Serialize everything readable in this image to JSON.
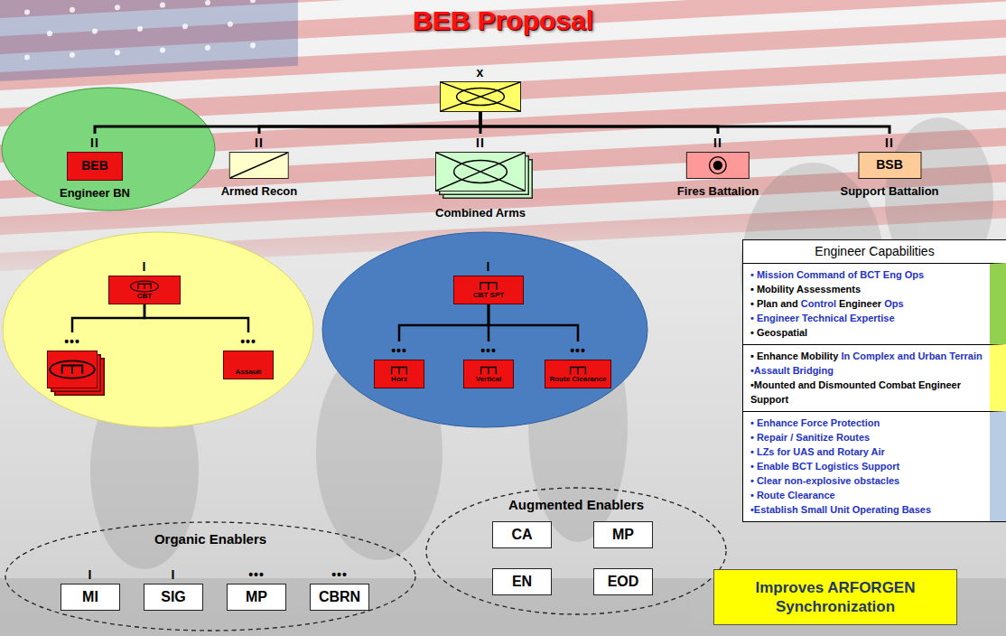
{
  "diagram": {
    "title": "BEB Proposal",
    "nodes": [
      {
        "text": [
          "x"
        ]
      },
      {
        "text": [
          "II",
          "BEB",
          "Engineer BN"
        ]
      },
      {
        "text": [
          "II",
          "Armed Recon"
        ]
      },
      {
        "text": [
          "II",
          "Combined Arms"
        ]
      },
      {
        "text": [
          "II",
          "Fires Battalion"
        ]
      },
      {
        "text": [
          "II",
          "BSB",
          "Support Battalion"
        ]
      },
      {
        "text": [
          "I",
          "CBT"
        ]
      },
      {
        "text": [
          "•••"
        ]
      },
      {
        "text": [
          "•••",
          "Assault"
        ]
      },
      {
        "text": [
          "I",
          "CBT SPT"
        ]
      },
      {
        "text": [
          "•••",
          "Horz"
        ]
      },
      {
        "text": [
          "•••",
          "Vertical"
        ]
      },
      {
        "text": [
          "•••",
          "Route Clearance"
        ]
      },
      {
        "text": [
          "Engineer Capabilities"
        ]
      },
      {
        "text": [
          "• Mission Command of BCT Eng Ops",
          "• Mobility Assessments",
          "• Plan and Control Engineer Ops",
          "• Engineer Technical Expertise",
          "• Geospatial"
        ],
        "in": 13
      },
      {
        "text": [
          "• Enhance Mobility In Complex and Urban Terrain",
          "•Assault Bridging",
          "•Mounted and Dismounted Combat Engineer Support"
        ],
        "in": 13
      },
      {
        "text": [
          "• Enhance Force Protection",
          "• Repair / Sanitize Routes",
          "• LZs for UAS and Rotary Air",
          "• Enable BCT Logistics Support",
          "• Clear non-explosive obstacles",
          "• Route Clearance",
          "•Establish Small Unit Operating Bases"
        ],
        "in": 13
      },
      {
        "text": [
          "Organic Enablers"
        ]
      },
      {
        "text": [
          "I",
          "MI"
        ],
        "in": 17
      },
      {
        "text": [
          "I",
          "SIG"
        ],
        "in": 17
      },
      {
        "text": [
          "•••",
          "MP"
        ],
        "in": 17
      },
      {
        "text": [
          "•••",
          "CBRN"
        ],
        "in": 17
      },
      {
        "text": [
          "Augmented Enablers"
        ]
      },
      {
        "text": [
          "CA"
        ],
        "in": 22
      },
      {
        "text": [
          "MP"
        ],
        "in": 22
      },
      {
        "text": [
          "EN"
        ],
        "in": 22
      },
      {
        "text": [
          "EOD"
        ],
        "in": 22
      },
      {
        "text": [
          "Improves ARFORGEN Synchronization"
        ]
      }
    ],
    "edges": [
      {
        "from": 0,
        "to": 1,
        "arrow": "none"
      },
      {
        "from": 0,
        "to": 2,
        "arrow": "none"
      },
      {
        "from": 0,
        "to": 3,
        "arrow": "none"
      },
      {
        "from": 0,
        "to": 4,
        "arrow": "none"
      },
      {
        "from": 0,
        "to": 5,
        "arrow": "none"
      },
      {
        "from": 6,
        "to": 7,
        "arrow": "none"
      },
      {
        "from": 6,
        "to": 8,
        "arrow": "none"
      },
      {
        "from": 9,
        "to": 10,
        "arrow": "none"
      },
      {
        "from": 9,
        "to": 11,
        "arrow": "none"
      },
      {
        "from": 9,
        "to": 12,
        "arrow": "none"
      }
    ]
  }
}
